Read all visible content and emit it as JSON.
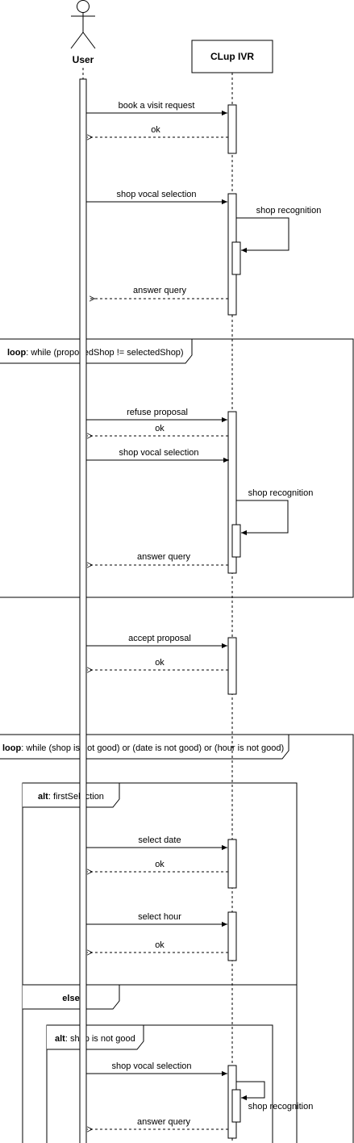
{
  "participants": {
    "user": {
      "label": "User"
    },
    "system": {
      "label": "CLup IVR"
    }
  },
  "messages": {
    "m1": "book a visit request",
    "m2": "ok",
    "m3": "shop vocal selection",
    "m4": "shop recognition",
    "m5": "answer query",
    "m6": "refuse proposal",
    "m7": "ok",
    "m8": "shop vocal selection",
    "m9": "shop recognition",
    "m10": "answer query",
    "m11": "accept proposal",
    "m12": "ok",
    "m13": "select date",
    "m14": "ok",
    "m15": "select hour",
    "m16": "ok",
    "m17": "shop vocal selection",
    "m18": "shop recognition",
    "m19": "answer query"
  },
  "fragments": {
    "loop1": {
      "keyword": "loop",
      "guard": ": while (proposedShop != selectedShop)"
    },
    "loop2": {
      "keyword": "loop",
      "guard": ": while (shop is not good) or (date is not good) or (hour is not good)"
    },
    "alt1": {
      "keyword": "alt",
      "guard": ": firstSelection"
    },
    "else1": {
      "keyword": "else"
    },
    "alt2": {
      "keyword": "alt",
      "guard": ": shop is not good"
    }
  }
}
